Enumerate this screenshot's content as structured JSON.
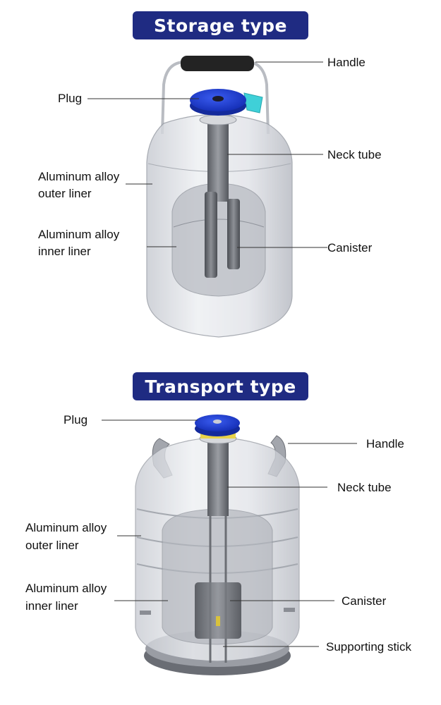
{
  "storage": {
    "title": "Storage type",
    "labels": {
      "handle": "Handle",
      "plug": "Plug",
      "neck_tube": "Neck tube",
      "outer_liner_1": "Aluminum alloy",
      "outer_liner_2": "outer liner",
      "inner_liner_1": "Aluminum alloy",
      "inner_liner_2": "inner liner",
      "canister": "Canister"
    }
  },
  "transport": {
    "title": "Transport type",
    "labels": {
      "plug": "Plug",
      "handle": "Handle",
      "neck_tube": "Neck tube",
      "outer_liner_1": "Aluminum alloy",
      "outer_liner_2": "outer liner",
      "inner_liner_1": "Aluminum alloy",
      "inner_liner_2": "inner liner",
      "canister": "Canister",
      "supporting_stick": "Supporting stick"
    }
  },
  "colors": {
    "title_bg": "#1f2b82",
    "plug_blue": "#1f3fd0",
    "handle_black": "#222222",
    "teal": "#3fd0d8"
  }
}
